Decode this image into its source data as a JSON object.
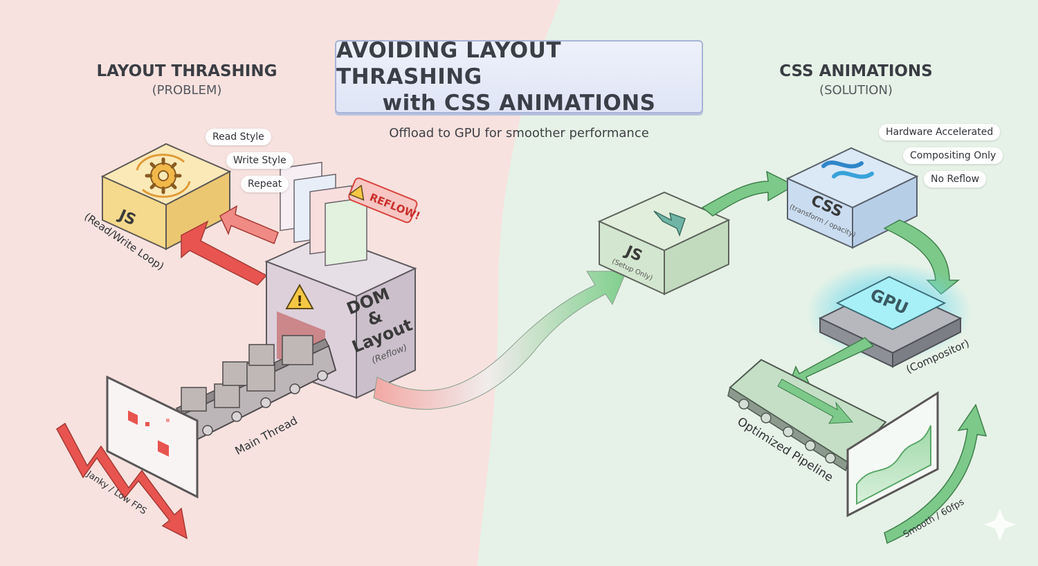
{
  "title": {
    "line1": "AVOIDING LAYOUT THRASHING",
    "line2": "with CSS ANIMATIONS"
  },
  "subtitle": "Offload to GPU for smoother performance",
  "problem": {
    "heading": "LAYOUT THRASHING",
    "subheading": "(PROBLEM)",
    "steps": [
      "Read Style",
      "Write Style",
      "Repeat"
    ],
    "js_label": "JS",
    "loop_label": "(Read/Write Loop)",
    "reflow_badge": "REFLOW!",
    "dom_label": [
      "DOM",
      "&",
      "Layout"
    ],
    "dom_sub": "(Reflow)",
    "conveyor_label": "Main Thread",
    "result_label": "Janky / Low FPS"
  },
  "solution": {
    "heading": "CSS ANIMATIONS",
    "subheading": "(SOLUTION)",
    "features": [
      "Hardware Accelerated",
      "Compositing Only",
      "No Reflow"
    ],
    "js_label": "JS",
    "js_sub": "(Setup Only)",
    "css_label": "CSS",
    "css_sub": "(transform / opacity)",
    "gpu_label": "GPU",
    "gpu_sub": "(Compositor)",
    "conveyor_label": "Optimized Pipeline",
    "result_label": "Smooth / 60fps"
  },
  "colors": {
    "problem_bg": "#f8e3e0",
    "solution_bg": "#e6f2e7",
    "red_arrow": "#e8544f",
    "green_arrow": "#6cc27a",
    "js_box": "#f7dfa0",
    "dom_box": "#ded4dd",
    "css_box": "#cfe0f3",
    "gpu_glow": "#7fe6f2"
  }
}
